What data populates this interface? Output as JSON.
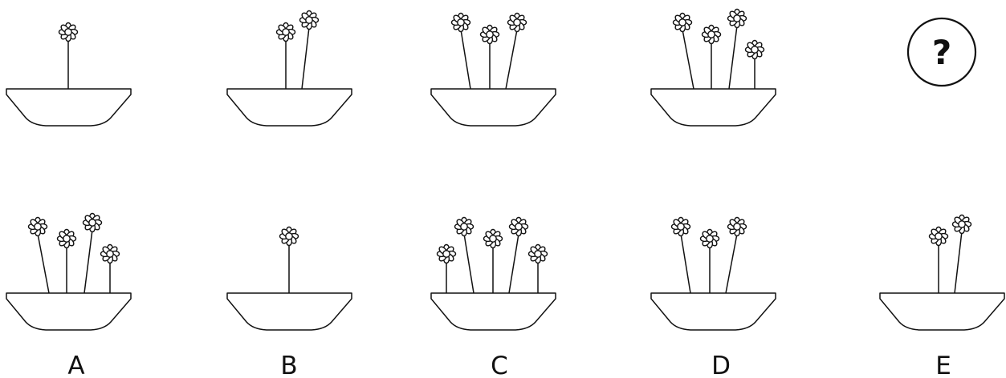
{
  "sequence": [
    {
      "flowers": 1
    },
    {
      "flowers": 2
    },
    {
      "flowers": 3
    },
    {
      "flowers": 4
    }
  ],
  "question": {
    "glyph": "?"
  },
  "options": [
    {
      "label": "A",
      "flowers": 4
    },
    {
      "label": "B",
      "flowers": 1
    },
    {
      "label": "C",
      "flowers": 5
    },
    {
      "label": "D",
      "flowers": 3
    },
    {
      "label": "E",
      "flowers": 2
    }
  ],
  "icons": {
    "pot": "flower-pot-icon",
    "flower": "flower-icon",
    "question": "question-circle-icon"
  }
}
